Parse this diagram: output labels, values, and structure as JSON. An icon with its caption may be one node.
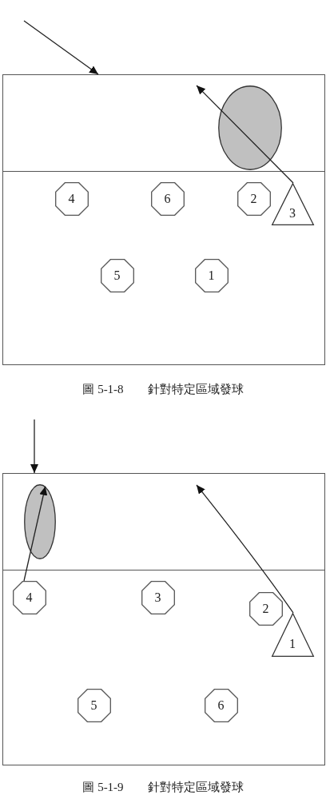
{
  "diagram": {
    "nodes": [
      {
        "text": [],
        "shape": "box"
      },
      {
        "text": [],
        "shape": "ellipse",
        "in": 0
      },
      {
        "text": [
          "4"
        ],
        "in": 0
      },
      {
        "text": [
          "6"
        ],
        "in": 0
      },
      {
        "text": [
          "2"
        ],
        "in": 0
      },
      {
        "text": [
          "3"
        ],
        "in": 0
      },
      {
        "text": [
          "5"
        ],
        "in": 0
      },
      {
        "text": [
          "1"
        ],
        "in": 0
      },
      {
        "text": [],
        "shape": "box"
      },
      {
        "text": [],
        "shape": "ellipse",
        "in": 8
      },
      {
        "text": [
          "4"
        ],
        "in": 8
      },
      {
        "text": [
          "3"
        ],
        "in": 8
      },
      {
        "text": [
          "2"
        ],
        "in": 8
      },
      {
        "text": [
          "1"
        ],
        "in": 8
      },
      {
        "text": [
          "5"
        ],
        "in": 8
      },
      {
        "text": [
          "6"
        ],
        "in": 8
      }
    ],
    "edges": [
      {
        "from": null,
        "to": 0,
        "arrow": "to"
      },
      {
        "from": 5,
        "to": null,
        "arrow": "to"
      },
      {
        "from": null,
        "to": 8,
        "arrow": "to"
      },
      {
        "from": 10,
        "to": 9,
        "arrow": "to"
      },
      {
        "from": 13,
        "to": null,
        "arrow": "to"
      }
    ],
    "labels": [
      "圖 5-1-8　　針對特定區域發球",
      "圖 5-1-9　　針對特定區域發球"
    ]
  }
}
